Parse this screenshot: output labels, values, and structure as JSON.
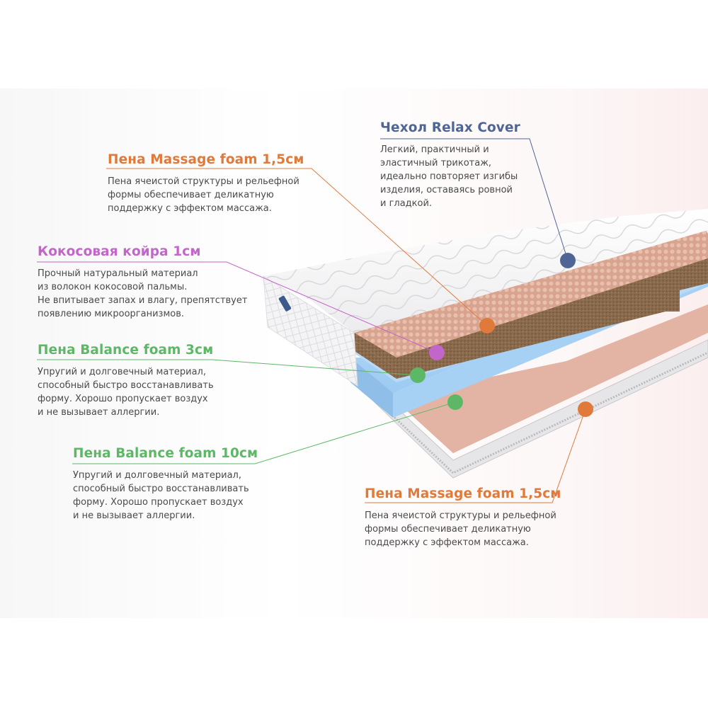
{
  "layers": [
    {
      "title": "Пена Massage foam 1,5см",
      "color": "#e07a3a",
      "description": "Пена ячеистой структуры и рельефной\nформы обеспечивает деликатную\nподдержку с эффектом массажа."
    },
    {
      "title": "Кокосовая койра 1см",
      "color": "#c266c9",
      "description": "Прочный натуральный материал\nиз волокон кокосовой пальмы.\nНе впитывает запах и влагу, препятствует\nпоявлению микроорганизмов."
    },
    {
      "title": "Пена Balance foam 3см",
      "color": "#5cb865",
      "description": "Упругий и долговечный материал,\nспособный быстро восстанавливать\nформу. Хорошо пропускает воздух\nи не вызывает аллергии."
    },
    {
      "title": "Пена Balance foam 10см",
      "color": "#5cb865",
      "description": "Упругий и долговечный материал,\nспособный быстро восстанавливать\nформу. Хорошо пропускает воздух\nи не вызывает аллергии."
    },
    {
      "title": "Чехол Relax Cover",
      "color": "#4f6596",
      "description": "Легкий, практичный и\nэластичный трикотаж,\nидеально повторяет изгибы\nизделия, оставаясь ровной\nи гладкой."
    },
    {
      "title": "Пена Massage foam 1,5см",
      "color": "#e07a3a",
      "description": "Пена ячеистой структуры и рельефной\nформы обеспечивает деликатную\nподдержку с эффектом массажа."
    }
  ]
}
